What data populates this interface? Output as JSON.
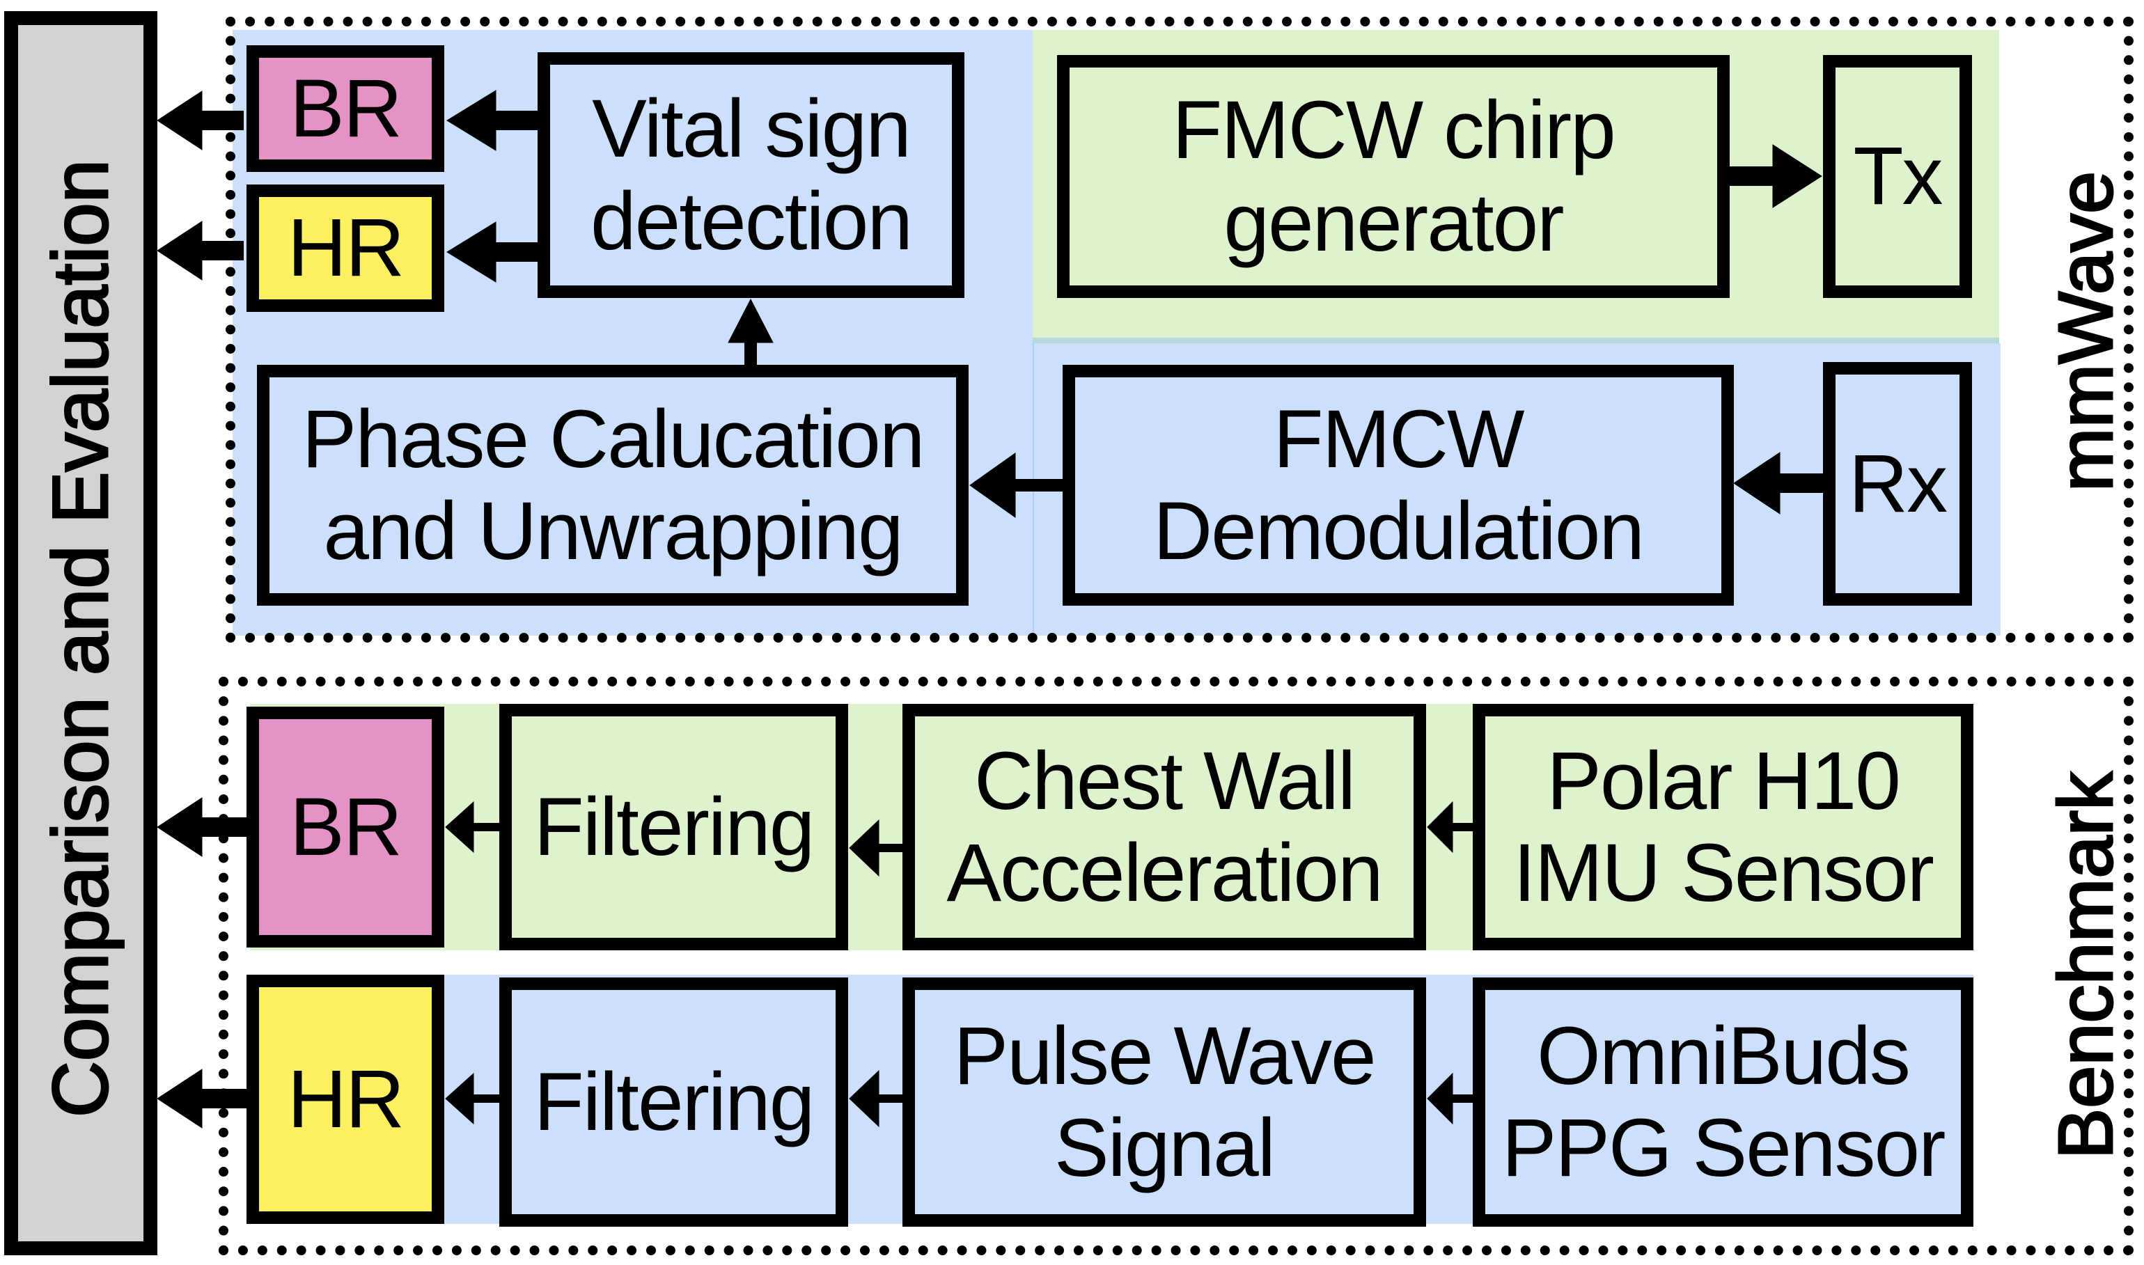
{
  "evaluation": {
    "label": "Comparison and Evaluation"
  },
  "mmwave": {
    "section_label": "mmWave",
    "outputs": {
      "br": "BR",
      "hr": "HR"
    },
    "vital_sign": [
      "Vital sign",
      "detection"
    ],
    "phase": [
      "Phase Calucation",
      "and Unwrapping"
    ],
    "chirp": [
      "FMCW chirp",
      "generator"
    ],
    "tx": "Tx",
    "demod": [
      "FMCW",
      "Demodulation"
    ],
    "rx": "Rx"
  },
  "benchmark": {
    "section_label": "Benchmark",
    "br_row": {
      "output": "BR",
      "filter": "Filtering",
      "signal": [
        "Chest Wall",
        "Acceleration"
      ],
      "sensor": [
        "Polar H10",
        "IMU Sensor"
      ]
    },
    "hr_row": {
      "output": "HR",
      "filter": "Filtering",
      "signal": [
        "Pulse Wave",
        "Signal"
      ],
      "sensor": [
        "OmniBuds",
        "PPG Sensor"
      ]
    }
  },
  "colors": {
    "processing_blue": "#cde0fb",
    "generator_green": "#def3cd",
    "br_pink": "#e592c7",
    "hr_yellow": "#fbef62",
    "evaluation_gray": "#d3d3d3"
  }
}
